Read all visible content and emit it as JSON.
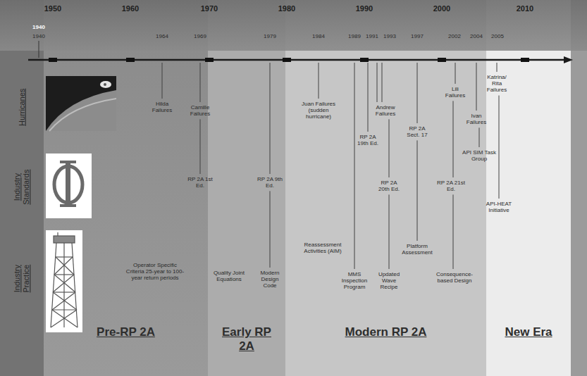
{
  "diagram": {
    "nodes": [
      {
        "text": [
          "Pre-RP 2A"
        ]
      },
      {
        "text": [
          "Early RP 2A"
        ]
      },
      {
        "text": [
          "Modern RP 2A"
        ]
      },
      {
        "text": [
          "New Era"
        ]
      }
    ],
    "labels": [
      "1950",
      "1960",
      "1970",
      "1980",
      "1990",
      "2000",
      "2010",
      "1940",
      "1940",
      "1964",
      "1969",
      "1979",
      "1984",
      "1989",
      "1991",
      "1993",
      "1997",
      "2002",
      "2004",
      "2005",
      "Hurricanes",
      "Industry Standards",
      "Industry Practice",
      "Hilda Failures",
      "Camille Failures",
      "Juan Failures (sudden hurricane)",
      "Andrew Failures",
      "Lili Failures",
      "Ivan Failures",
      "Katrina/ Rita Failures",
      "RP 2A 1st Ed.",
      "RP 2A 9th Ed.",
      "RP 2A 19th Ed.",
      "RP 2A 20th Ed.",
      "RP 2A Sect. 17",
      "RP 2A 21st Ed.",
      "API SIM Task Group",
      "API-HEAT Initiative",
      "Operator Specific Criteria 25-year to 100-year return periods",
      "Quality Joint Equations",
      "Modern Design Code",
      "Reassessment Activities (AIM)",
      "MMS Inspection Program",
      "Updated Wave Recipe",
      "Platform Assessment",
      "Consequence-based Design"
    ]
  }
}
